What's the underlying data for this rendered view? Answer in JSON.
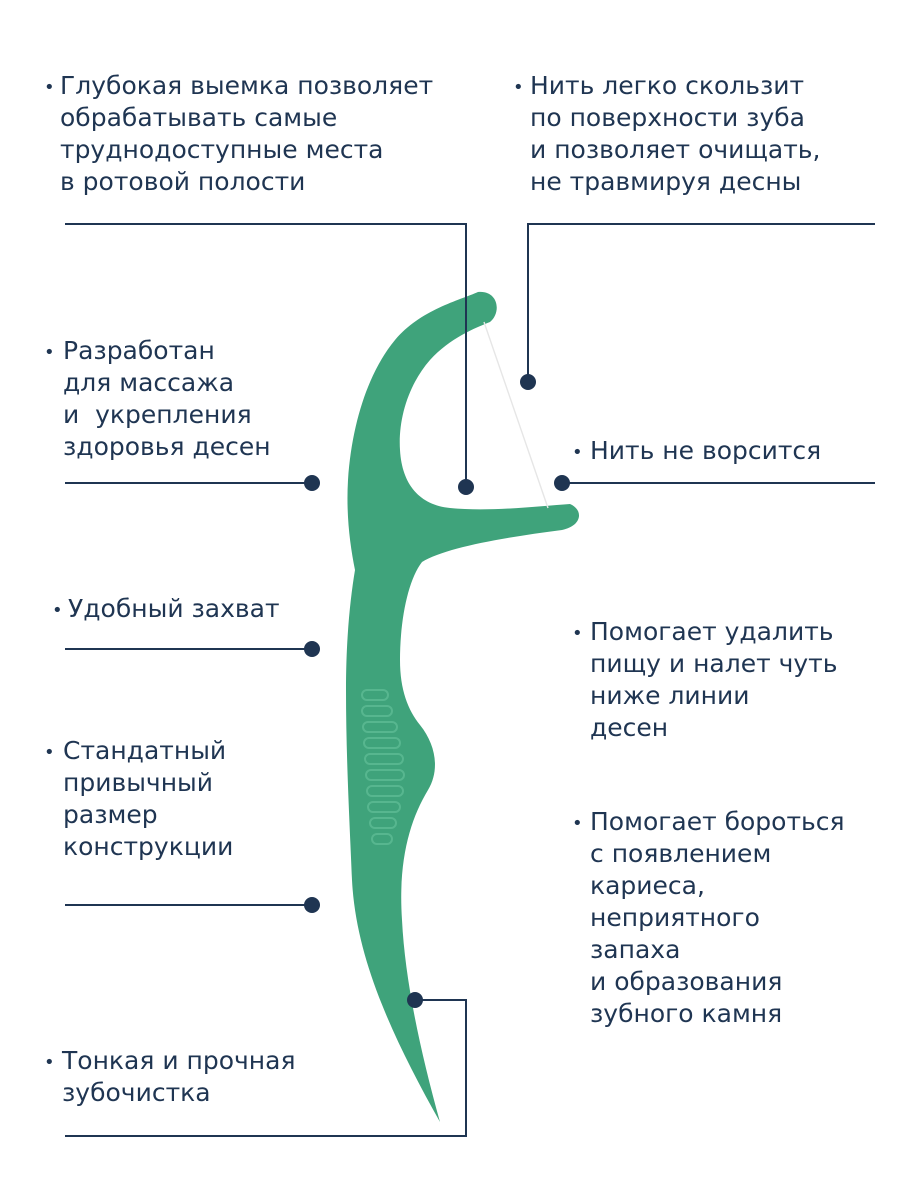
{
  "colors": {
    "pick": "#3fa37b",
    "pick_light": "#57b68f",
    "floss": "#e6e6e6",
    "line": "#1f3552",
    "text": "#1f3552",
    "bullet": "#1f3552"
  },
  "bullet": "•",
  "callouts": [
    {
      "id": "deep-notch",
      "text": "Глубокая выемка позволяет\nобрабатывать самые\nтруднодоступные места\nв ротовой полости"
    },
    {
      "id": "floss-glides",
      "text": "Нить легко скользит\nпо поверхности зуба\nи позволяет очищать,\nне травмируя десны"
    },
    {
      "id": "gum-massage",
      "text": "Разработан\nдля массажа\nи  укрепления\nздоровья десен"
    },
    {
      "id": "floss-no-fray",
      "text": "Нить не ворсится"
    },
    {
      "id": "comfortable-grip",
      "text": "Удобный захват"
    },
    {
      "id": "removes-plaque",
      "text": "Помогает удалить\nпищу и налет чуть\nниже линии\nдесен"
    },
    {
      "id": "standard-size",
      "text": "Стандатный\nпривычный\nразмер\nконструкции"
    },
    {
      "id": "fights-caries",
      "text": "Помогает бороться\nс появлением\nкариеса,\nнеприятного\nзапаха\nи образования\nзубного камня"
    },
    {
      "id": "toothpick",
      "text": "Тонкая и прочная\nзубочистка"
    }
  ]
}
